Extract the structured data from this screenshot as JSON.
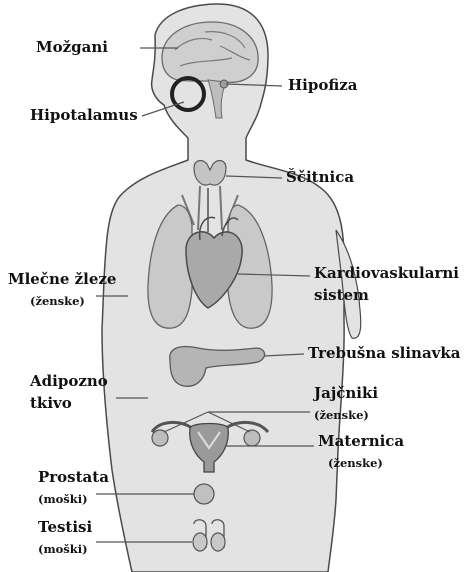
{
  "labels": {
    "mozgani": "Možgani",
    "hipofiza": "Hipofiza",
    "hipotalamus": "Hipotalamus",
    "scitnica": "Ščitnica",
    "mlecne": "Mlečne žleze",
    "mlecne_sub": "(ženske)",
    "kardio_1": "Kardiovaskularni",
    "kardio_2": "sistem",
    "trebusna": "Trebušna slinavka",
    "adipozno_1": "Adipozno",
    "adipozno_2": "tkivo",
    "jajcniki": "Jajčniki",
    "jajcniki_sub": "(ženske)",
    "maternica": "Maternica",
    "maternica_sub": "(ženske)",
    "prostata": "Prostata",
    "prostata_sub": "(moški)",
    "testisi": "Testisi",
    "testisi_sub": "(moški)"
  },
  "colors": {
    "body_fill": "#e3e3e3",
    "organ_fill": "#c4c4c4",
    "organ_dark": "#8f8f8f",
    "outline": "#4a4a4a",
    "leader": "#555555"
  }
}
